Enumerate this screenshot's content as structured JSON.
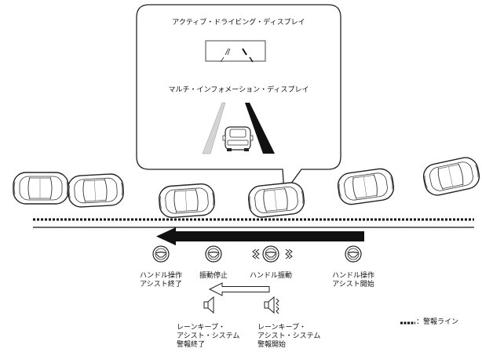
{
  "callout": {
    "ads_title": "アクティブ・ドライビング・ディスプレイ",
    "mid_title": "マルチ・インフォメーション・ディスプレイ"
  },
  "steps": {
    "start": "ハンドル操作\nアシスト開始",
    "vibration": "ハンドル振動",
    "vibration_stop": "振動停止",
    "end": "ハンドル操作\nアシスト終了"
  },
  "warnings": {
    "start": "レーンキープ・\nアシスト・システム\n警報開始",
    "end": "レーンキープ・\nアシスト・システム\n警報終了"
  },
  "legend": {
    "label": "：警報ライン"
  },
  "icons": [
    "steering-wheel-icon",
    "speaker-icon",
    "car-icon"
  ]
}
